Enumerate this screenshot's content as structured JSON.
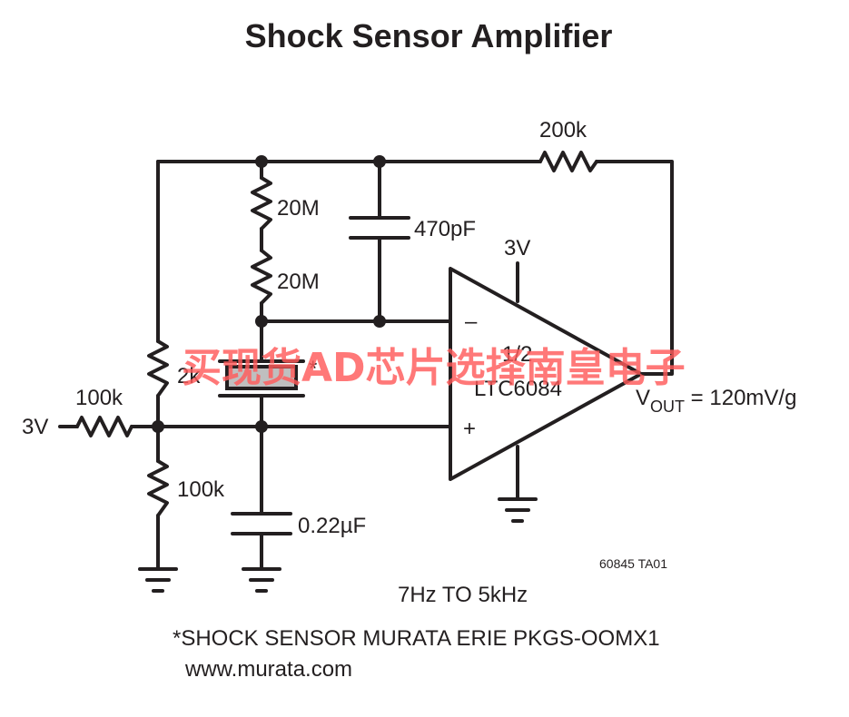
{
  "title": "Shock Sensor Amplifier",
  "components": {
    "r_feedback": "200k",
    "r_bias_top": "20M",
    "r_bias_bottom": "20M",
    "c_feedback": "470pF",
    "r_2k": "2k",
    "sensor_mark": "*",
    "r_input": "100k",
    "r_ground": "100k",
    "c_bottom": "0.22µF",
    "supply_input": "3V",
    "supply_amp": "3V",
    "opamp_line1": "1/2",
    "opamp_line2": "LTC6084",
    "minus_sign": "–",
    "plus_sign": "+"
  },
  "output": {
    "v_prefix": "V",
    "v_sub": "OUT",
    "v_value": " = 120mV/g"
  },
  "figure_code": "60845 TA01",
  "bandwidth": "7Hz TO 5kHz",
  "footnote": "*SHOCK SENSOR MURATA ERIE PKGS-OOMX1",
  "url": "www.murata.com",
  "watermark": "买现货AD芯片选择南皇电子"
}
